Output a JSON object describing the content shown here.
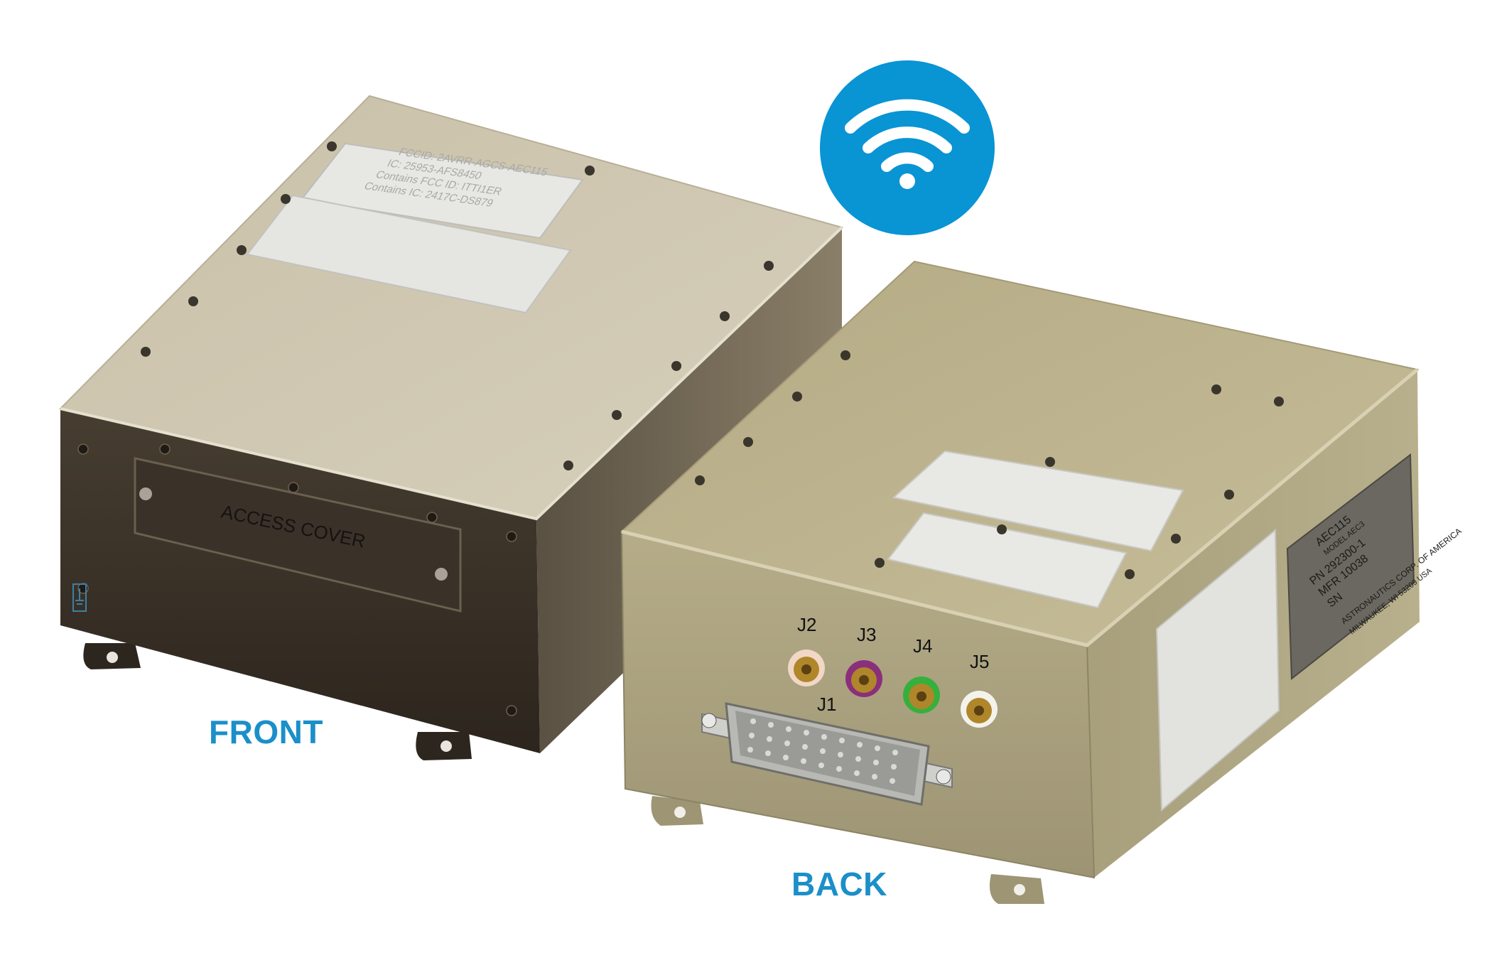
{
  "captions": {
    "front": "FRONT",
    "back": "BACK"
  },
  "front_unit": {
    "label_lines": [
      "FCCID: 2AVRR-AGCS-AEC115",
      "IC: 25953-AFS8450",
      "Contains FCC ID: ITTI1ER",
      "Contains IC: 2417C-DS879"
    ],
    "access_cover": "ACCESS COVER"
  },
  "back_unit": {
    "connectors": [
      "J1",
      "J2",
      "J3",
      "J4",
      "J5"
    ],
    "nameplate": {
      "model": "AEC115",
      "sub": "MODEL AEC3",
      "pn": "PN  292300-1",
      "mfr": "MFR  10038",
      "sn": "SN",
      "line1": "ASTRONAUTICS CORP. OF AMERICA",
      "line2": "MILWAUKEE, WI 53209 USA"
    }
  },
  "icons": {
    "wifi": "wifi-icon"
  },
  "colors": {
    "caption": "#1b8fc9",
    "wifi_circle": "#0994d4",
    "front_lid": "#cdc4ac",
    "back_lid": "#bcb38e",
    "front_face": "#3d342a"
  }
}
